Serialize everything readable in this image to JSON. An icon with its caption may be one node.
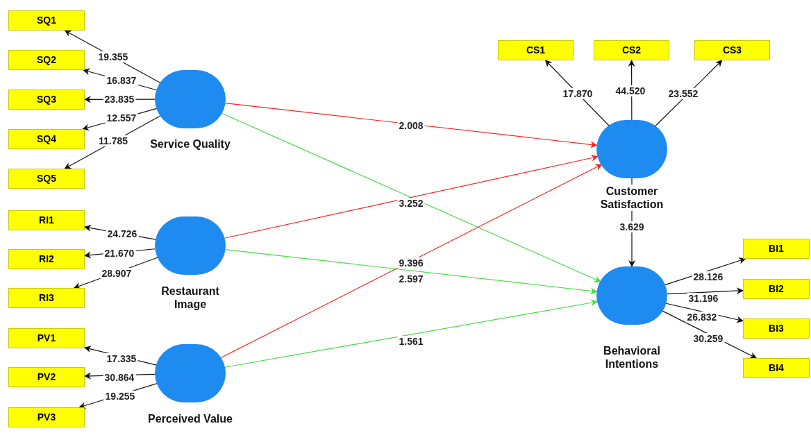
{
  "diagram": {
    "nodes": [
      {
        "text": [
          "SQ1"
        ]
      },
      {
        "text": [
          "SQ2"
        ]
      },
      {
        "text": [
          "SQ3"
        ]
      },
      {
        "text": [
          "SQ4"
        ]
      },
      {
        "text": [
          "SQ5"
        ]
      },
      {
        "text": [
          "Service Quality"
        ]
      },
      {
        "text": [
          "RI1"
        ]
      },
      {
        "text": [
          "RI2"
        ]
      },
      {
        "text": [
          "RI3"
        ]
      },
      {
        "text": [
          "Restaurant Image"
        ]
      },
      {
        "text": [
          "PV1"
        ]
      },
      {
        "text": [
          "PV2"
        ]
      },
      {
        "text": [
          "PV3"
        ]
      },
      {
        "text": [
          "Perceived Value"
        ]
      },
      {
        "text": [
          "CS1"
        ]
      },
      {
        "text": [
          "CS2"
        ]
      },
      {
        "text": [
          "CS3"
        ]
      },
      {
        "text": [
          "Customer Satisfaction"
        ]
      },
      {
        "text": [
          "BI1"
        ]
      },
      {
        "text": [
          "BI2"
        ]
      },
      {
        "text": [
          "BI3"
        ]
      },
      {
        "text": [
          "BI4"
        ]
      },
      {
        "text": [
          "Behavioral Intentions"
        ]
      }
    ],
    "edges": [
      {
        "from": 5,
        "to": 0,
        "arrow": "to",
        "label": "19.355"
      },
      {
        "from": 5,
        "to": 1,
        "arrow": "to",
        "label": "16.837"
      },
      {
        "from": 5,
        "to": 2,
        "arrow": "to",
        "label": "23.835"
      },
      {
        "from": 5,
        "to": 3,
        "arrow": "to",
        "label": "12.557"
      },
      {
        "from": 5,
        "to": 4,
        "arrow": "to",
        "label": "11.785"
      },
      {
        "from": 9,
        "to": 6,
        "arrow": "to",
        "label": "24.726"
      },
      {
        "from": 9,
        "to": 7,
        "arrow": "to",
        "label": "21.670"
      },
      {
        "from": 9,
        "to": 8,
        "arrow": "to",
        "label": "28.907"
      },
      {
        "from": 13,
        "to": 10,
        "arrow": "to",
        "label": "17.335"
      },
      {
        "from": 13,
        "to": 11,
        "arrow": "to",
        "label": "30.864"
      },
      {
        "from": 13,
        "to": 12,
        "arrow": "to",
        "label": "19.255"
      },
      {
        "from": 17,
        "to": 14,
        "arrow": "to",
        "label": "17.870"
      },
      {
        "from": 17,
        "to": 15,
        "arrow": "to",
        "label": "44.520"
      },
      {
        "from": 17,
        "to": 16,
        "arrow": "to",
        "label": "23.552"
      },
      {
        "from": 22,
        "to": 18,
        "arrow": "to",
        "label": "28.126"
      },
      {
        "from": 22,
        "to": 19,
        "arrow": "to",
        "label": "31.196"
      },
      {
        "from": 22,
        "to": 20,
        "arrow": "to",
        "label": "26.832"
      },
      {
        "from": 22,
        "to": 21,
        "arrow": "to",
        "label": "30.259"
      },
      {
        "from": 5,
        "to": 17,
        "arrow": "to",
        "label": "2.008",
        "color": "#ff2020"
      },
      {
        "from": 5,
        "to": 22,
        "arrow": "to",
        "label": "3.252",
        "color": "#44dd44"
      },
      {
        "from": 9,
        "to": 17,
        "arrow": "to",
        "color": "#ff2020"
      },
      {
        "from": 9,
        "to": 22,
        "arrow": "to",
        "label": "2.597",
        "color": "#44dd44"
      },
      {
        "from": 13,
        "to": 17,
        "arrow": "to",
        "label": "9.396",
        "color": "#ff2020"
      },
      {
        "from": 13,
        "to": 22,
        "arrow": "to",
        "label": "1.561",
        "color": "#44dd44"
      },
      {
        "from": 17,
        "to": 22,
        "arrow": "to",
        "label": "3.629"
      }
    ]
  }
}
